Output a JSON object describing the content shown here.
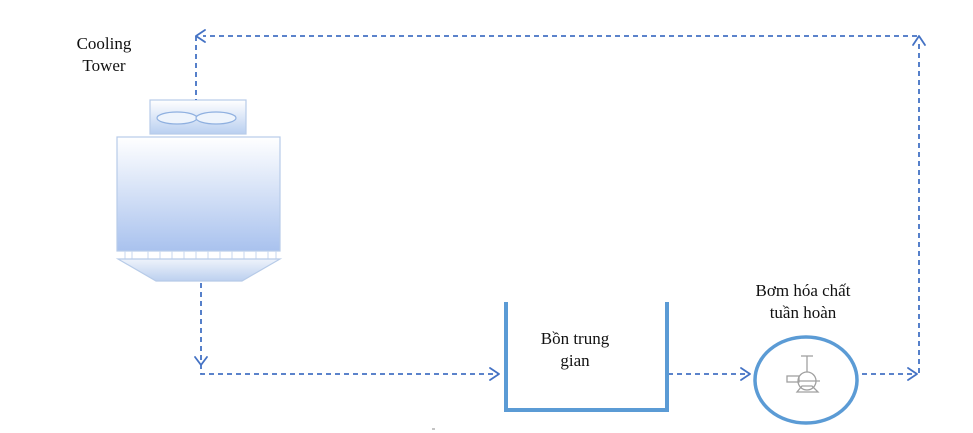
{
  "labels": {
    "tower_line1": "Cooling",
    "tower_line2": "Tower",
    "tank_line1": "Bồn trung",
    "tank_line2": "gian",
    "pump_line1": "Bơm hóa chất",
    "pump_line2": "tuần hoàn"
  },
  "colors": {
    "flow_line": "#4472c4",
    "tank_stroke": "#5b9bd5",
    "pump_stroke": "#5b9bd5",
    "tower_top": "#ffffff",
    "tower_bottom": "#a9c2ee",
    "tower_stroke": "#b7cbe8"
  },
  "icons": [
    "cooling-tower-icon",
    "pump-impeller-icon",
    "arrow-icon"
  ]
}
